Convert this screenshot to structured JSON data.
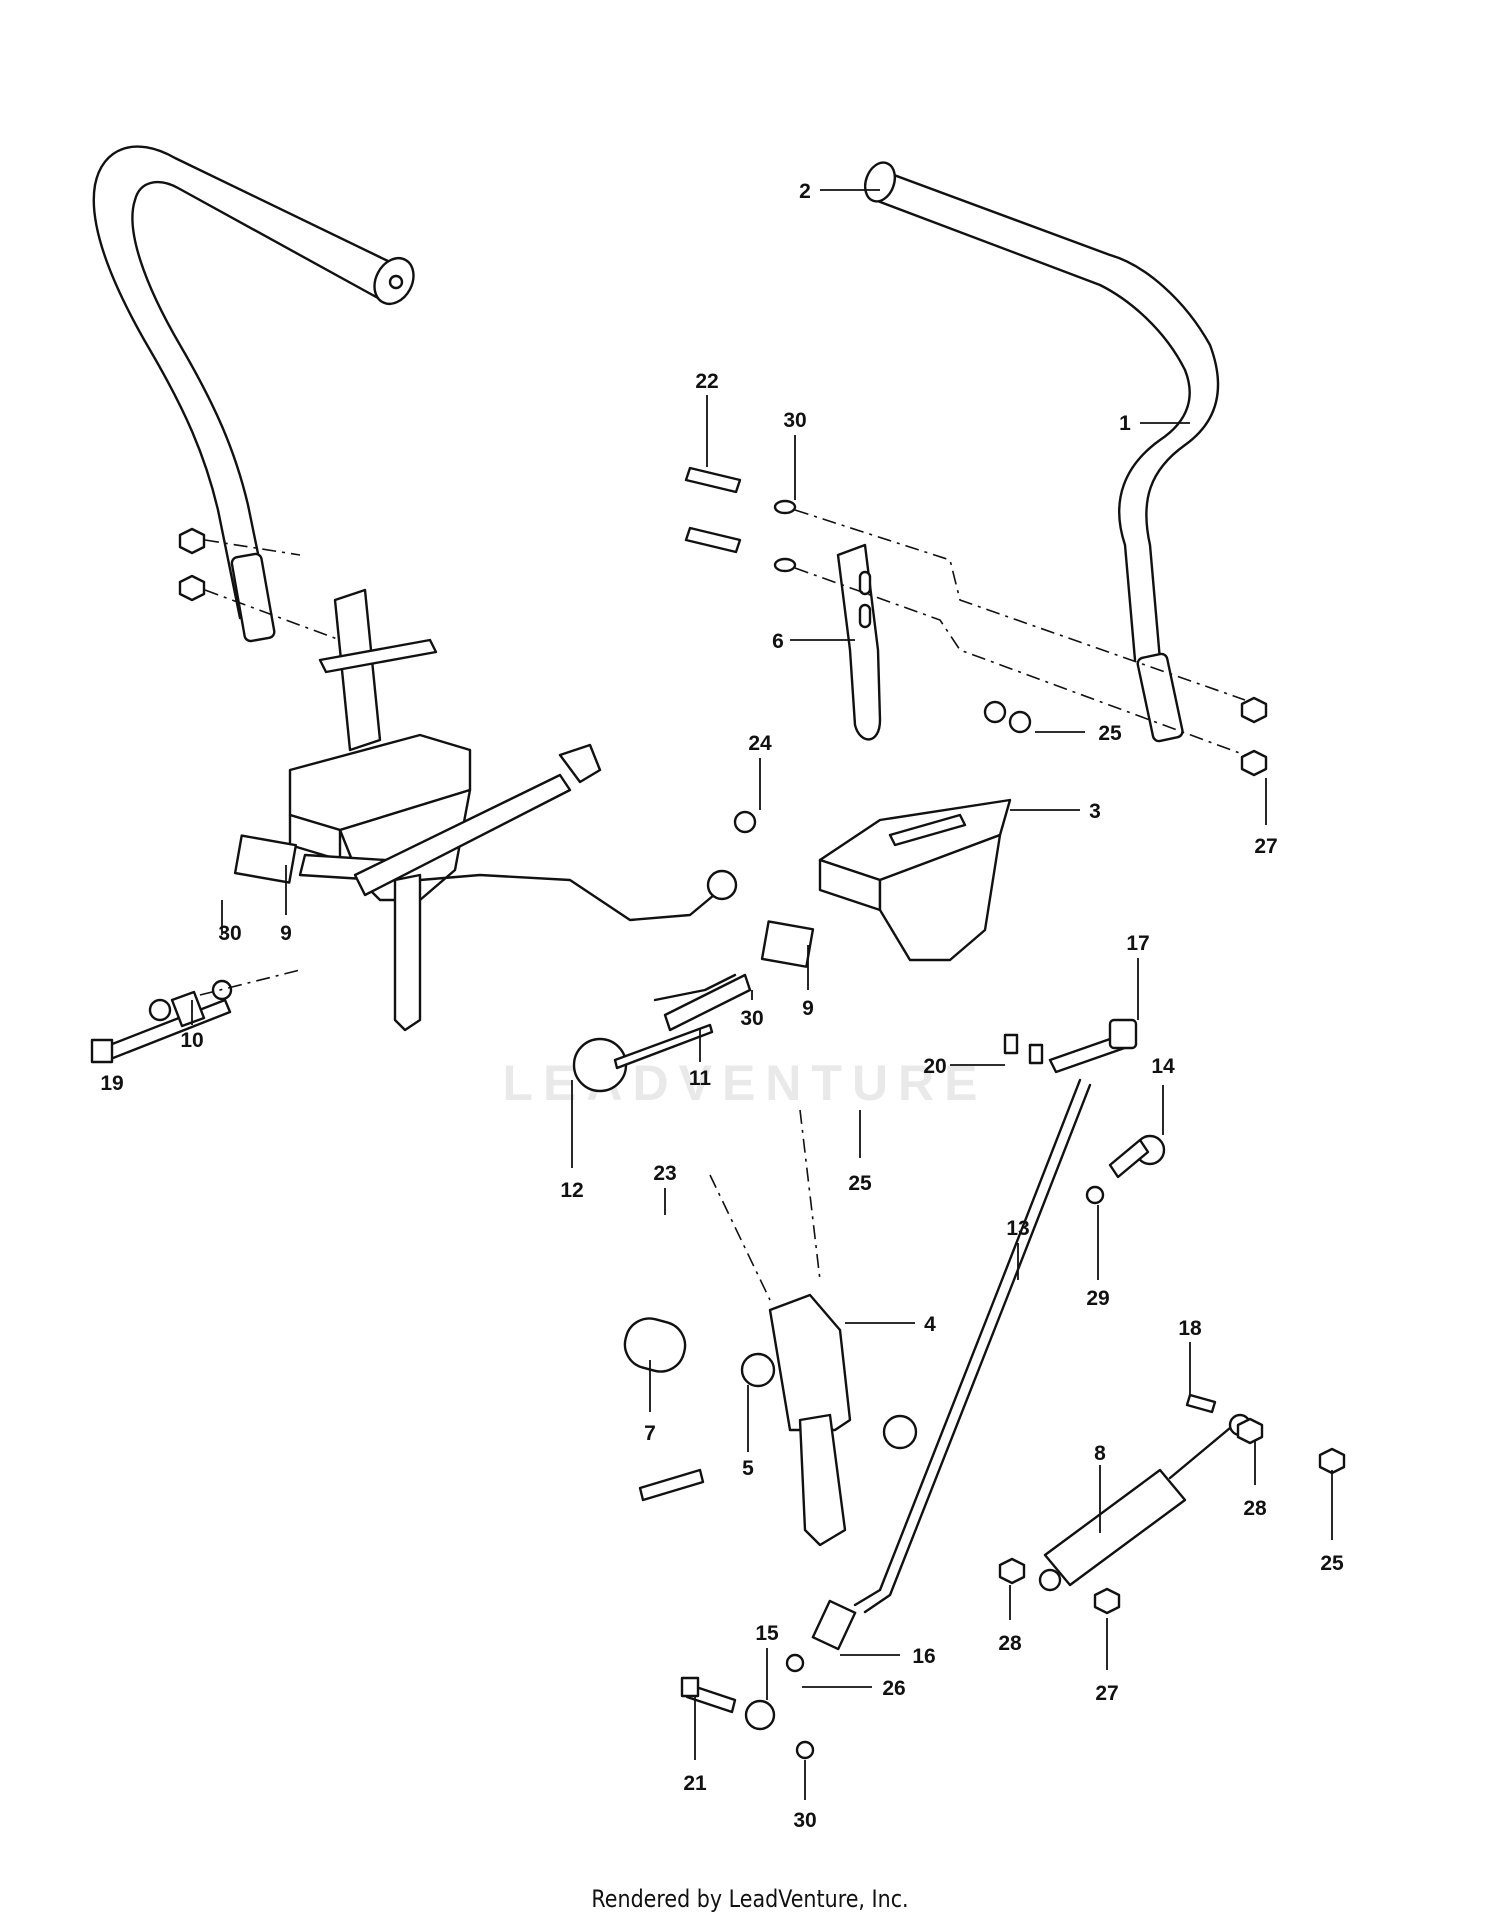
{
  "watermark": "LEADVENTURE",
  "footer": "Rendered by LeadVenture, Inc.",
  "callouts": [
    {
      "num": "1"
    },
    {
      "num": "2"
    },
    {
      "num": "3"
    },
    {
      "num": "4"
    },
    {
      "num": "5"
    },
    {
      "num": "6"
    },
    {
      "num": "7"
    },
    {
      "num": "8"
    },
    {
      "num": "9"
    },
    {
      "num": "9"
    },
    {
      "num": "10"
    },
    {
      "num": "11"
    },
    {
      "num": "12"
    },
    {
      "num": "13"
    },
    {
      "num": "14"
    },
    {
      "num": "15"
    },
    {
      "num": "16"
    },
    {
      "num": "17"
    },
    {
      "num": "18"
    },
    {
      "num": "19"
    },
    {
      "num": "20"
    },
    {
      "num": "21"
    },
    {
      "num": "22"
    },
    {
      "num": "23"
    },
    {
      "num": "24"
    },
    {
      "num": "25"
    },
    {
      "num": "25"
    },
    {
      "num": "25"
    },
    {
      "num": "26"
    },
    {
      "num": "27"
    },
    {
      "num": "27"
    },
    {
      "num": "28"
    },
    {
      "num": "28"
    },
    {
      "num": "29"
    },
    {
      "num": "30"
    },
    {
      "num": "30"
    },
    {
      "num": "30"
    },
    {
      "num": "30"
    }
  ]
}
